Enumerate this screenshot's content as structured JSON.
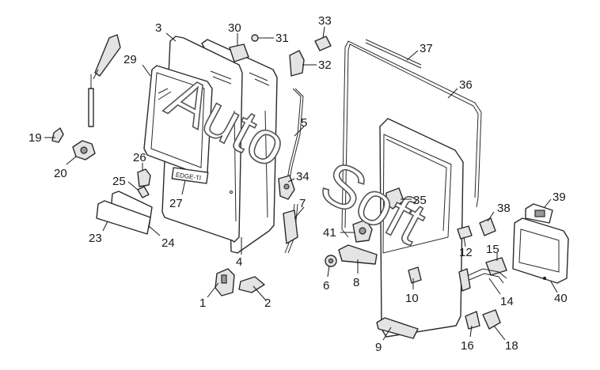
{
  "watermark": {
    "part1": "Auto",
    "part2": "Soft"
  },
  "badge_text": "EDGE-TI",
  "callouts": [
    {
      "id": "c1",
      "label": "1"
    },
    {
      "id": "c2",
      "label": "2"
    },
    {
      "id": "c3",
      "label": "3"
    },
    {
      "id": "c4",
      "label": "4"
    },
    {
      "id": "c5",
      "label": "5"
    },
    {
      "id": "c6",
      "label": "6"
    },
    {
      "id": "c7",
      "label": "7"
    },
    {
      "id": "c8",
      "label": "8"
    },
    {
      "id": "c9",
      "label": "9"
    },
    {
      "id": "c10",
      "label": "10"
    },
    {
      "id": "c12",
      "label": "12"
    },
    {
      "id": "c14",
      "label": "14"
    },
    {
      "id": "c15",
      "label": "15"
    },
    {
      "id": "c16",
      "label": "16"
    },
    {
      "id": "c18",
      "label": "18"
    },
    {
      "id": "c19",
      "label": "19"
    },
    {
      "id": "c20",
      "label": "20"
    },
    {
      "id": "c23",
      "label": "23"
    },
    {
      "id": "c24",
      "label": "24"
    },
    {
      "id": "c25",
      "label": "25"
    },
    {
      "id": "c26",
      "label": "26"
    },
    {
      "id": "c27",
      "label": "27"
    },
    {
      "id": "c29",
      "label": "29"
    },
    {
      "id": "c30",
      "label": "30"
    },
    {
      "id": "c31",
      "label": "31"
    },
    {
      "id": "c32",
      "label": "32"
    },
    {
      "id": "c33",
      "label": "33"
    },
    {
      "id": "c34",
      "label": "34"
    },
    {
      "id": "c35",
      "label": "35"
    },
    {
      "id": "c36",
      "label": "36"
    },
    {
      "id": "c37",
      "label": "37"
    },
    {
      "id": "c38",
      "label": "38"
    },
    {
      "id": "c39",
      "label": "39"
    },
    {
      "id": "c40",
      "label": "40"
    },
    {
      "id": "c41",
      "label": "41"
    }
  ]
}
